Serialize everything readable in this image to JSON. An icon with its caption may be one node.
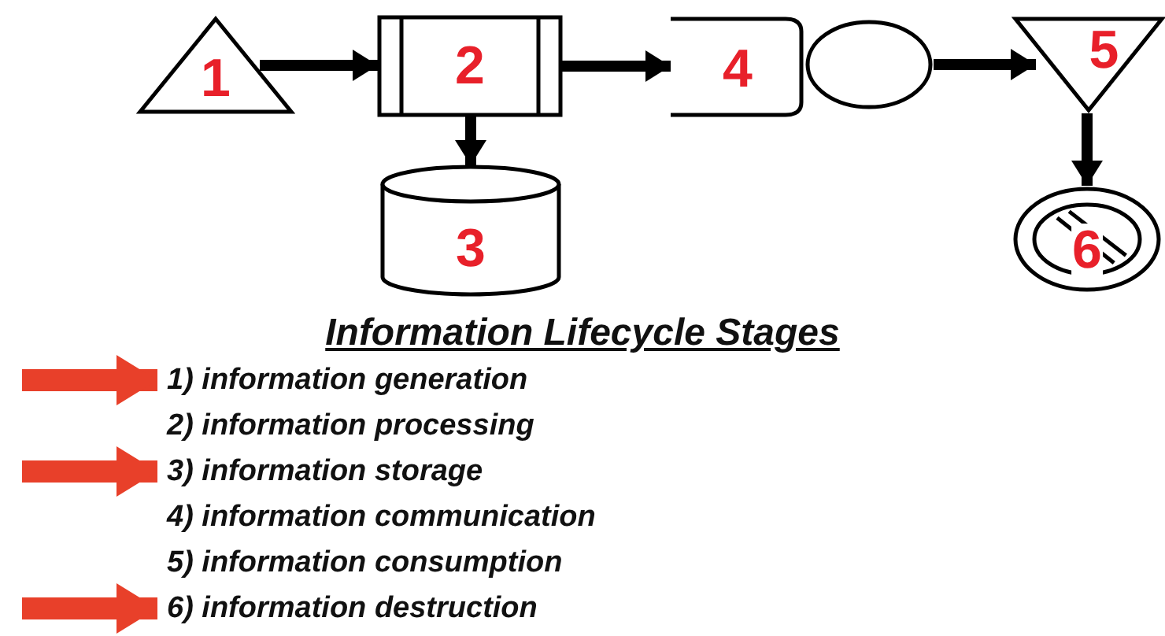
{
  "diagram": {
    "title": "Information Lifecycle Stages",
    "nodes": [
      {
        "text": [
          "1"
        ]
      },
      {
        "text": [
          "2"
        ]
      },
      {
        "text": [
          "3"
        ]
      },
      {
        "text": [
          "4"
        ]
      },
      {
        "text": [],
        "shape": "circle"
      },
      {
        "text": [
          "5"
        ]
      },
      {
        "text": [
          "6"
        ]
      },
      {
        "text": [
          "1) information generation"
        ]
      },
      {
        "text": [
          "2) information processing"
        ]
      },
      {
        "text": [
          "3) information storage"
        ]
      },
      {
        "text": [
          "4) information communication"
        ]
      },
      {
        "text": [
          "5) information consumption"
        ]
      },
      {
        "text": [
          "6) information destruction"
        ]
      }
    ],
    "edges": [
      {
        "from": 0,
        "to": 1,
        "arrow": "to"
      },
      {
        "from": 1,
        "to": 3,
        "arrow": "to"
      },
      {
        "from": 1,
        "to": 2,
        "arrow": "to"
      },
      {
        "from": 4,
        "to": 5,
        "arrow": "to"
      },
      {
        "from": 5,
        "to": 6,
        "arrow": "to"
      },
      {
        "from": null,
        "to": 7,
        "arrow": "to",
        "style": "thick",
        "color": "#e8402a"
      },
      {
        "from": null,
        "to": 9,
        "arrow": "to",
        "style": "thick",
        "color": "#e8402a"
      },
      {
        "from": null,
        "to": 12,
        "arrow": "to",
        "style": "thick",
        "color": "#e8402a"
      }
    ]
  }
}
